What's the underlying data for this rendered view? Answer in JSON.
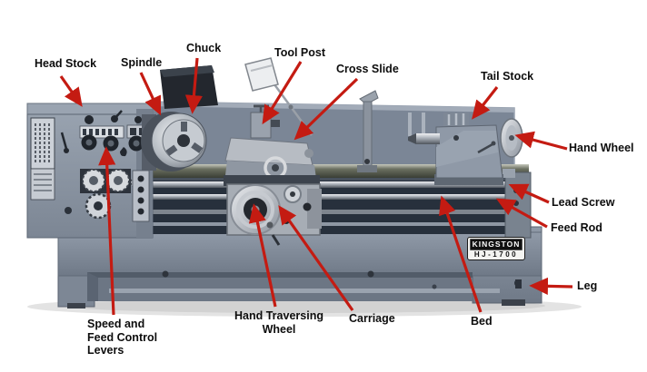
{
  "diagram": {
    "subject": "Lathe machine labeled parts diagram",
    "machine": {
      "brand": "KINGSTON",
      "model": "HJ-1700"
    },
    "labels": [
      {
        "id": "head-stock",
        "text": "Head Stock"
      },
      {
        "id": "spindle",
        "text": "Spindle"
      },
      {
        "id": "chuck",
        "text": "Chuck"
      },
      {
        "id": "tool-post",
        "text": "Tool Post"
      },
      {
        "id": "cross-slide",
        "text": "Cross Slide"
      },
      {
        "id": "tail-stock",
        "text": "Tail Stock"
      },
      {
        "id": "hand-wheel",
        "text": "Hand Wheel"
      },
      {
        "id": "lead-screw",
        "text": "Lead Screw"
      },
      {
        "id": "feed-rod",
        "text": "Feed Rod"
      },
      {
        "id": "leg",
        "text": "Leg"
      },
      {
        "id": "bed",
        "text": "Bed"
      },
      {
        "id": "carriage",
        "text": "Carriage"
      },
      {
        "id": "hand-traversing-wheel",
        "text": "Hand Traversing Wheel"
      },
      {
        "id": "speed-feed-control-levers",
        "text": "Speed and Feed Control Levers"
      }
    ],
    "colors": {
      "background": "#ffffff",
      "arrow": "#c41b12",
      "label_text": "#0d0d0d",
      "machine_body": "#8a94a2",
      "machine_dark": "#27303c",
      "badge_plate": "#f4f4f1",
      "badge_box": "#101010"
    }
  }
}
